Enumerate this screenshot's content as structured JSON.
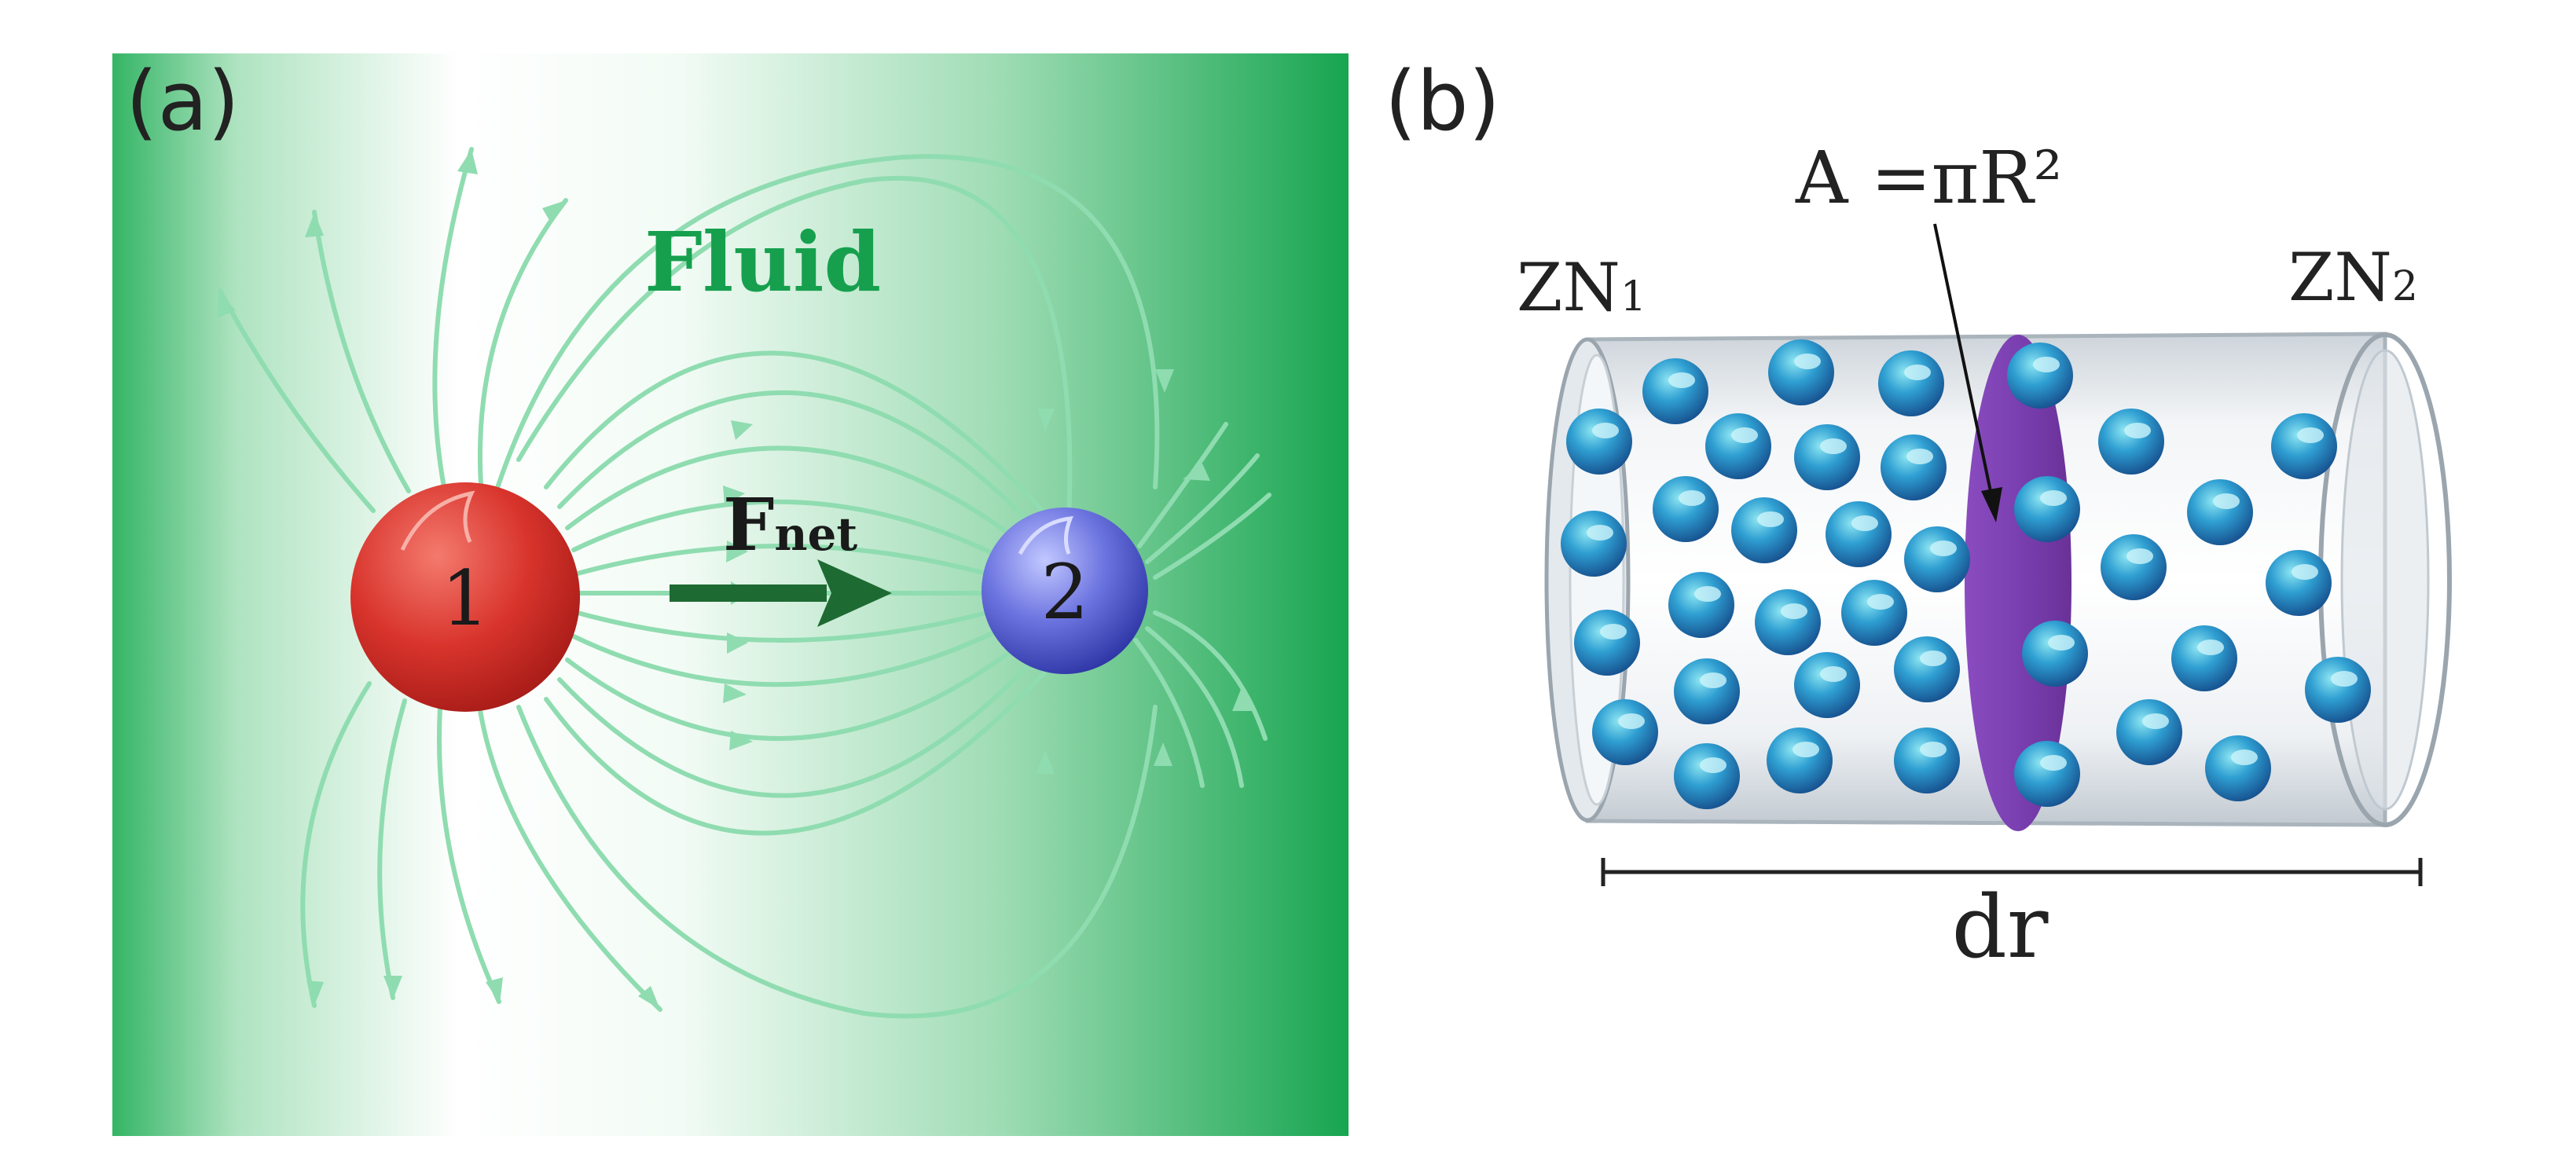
{
  "panel_a": {
    "letter": "(a)",
    "fluid_label": "Fluid",
    "charge_1": "1",
    "charge_2": "2",
    "force_main": "F",
    "force_sub": "net"
  },
  "panel_b": {
    "letter": "(b)",
    "area_label": "A =πR²",
    "zn1_main": "ZN",
    "zn1_sub": "1",
    "zn2_main": "ZN",
    "zn2_sub": "2",
    "length_label": "dr"
  },
  "colors": {
    "fluid_green": "#1aa855",
    "fluid_text": "#16a04e",
    "field_line": "#8fdcb0",
    "charge_1": "#d8302a",
    "charge_2": "#4a55c8",
    "force_arrow": "#1e6a33",
    "cross_section": "#7a3fb0",
    "particle": "#2a8fc8"
  }
}
